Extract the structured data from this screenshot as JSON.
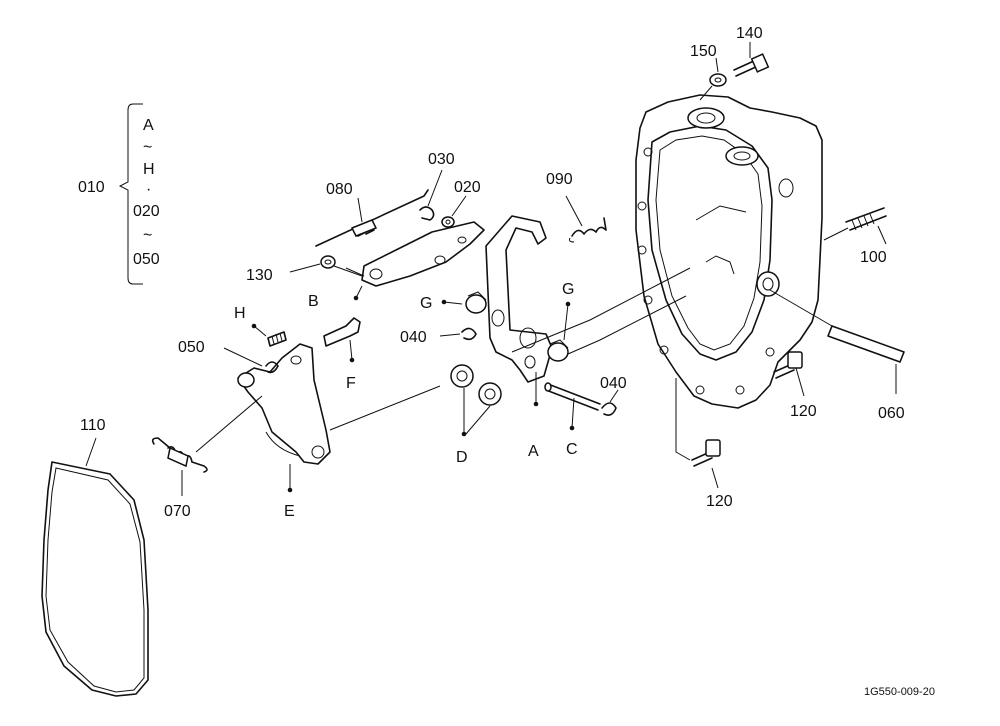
{
  "drawing_code": "1G550-009-20",
  "group": {
    "number": "010",
    "range": [
      "A",
      "~",
      "H",
      "·",
      "020",
      "~",
      "050"
    ]
  },
  "parts": {
    "p020": "020",
    "p030": "030",
    "p040a": "040",
    "p040b": "040",
    "p050": "050",
    "p060": "060",
    "p070": "070",
    "p080": "080",
    "p090": "090",
    "p100": "100",
    "p110": "110",
    "p120a": "120",
    "p120b": "120",
    "p130": "130",
    "p140": "140",
    "p150": "150"
  },
  "letters": {
    "A": "A",
    "B": "B",
    "C": "C",
    "D": "D",
    "E": "E",
    "F": "F",
    "G1": "G",
    "G2": "G",
    "H": "H"
  }
}
